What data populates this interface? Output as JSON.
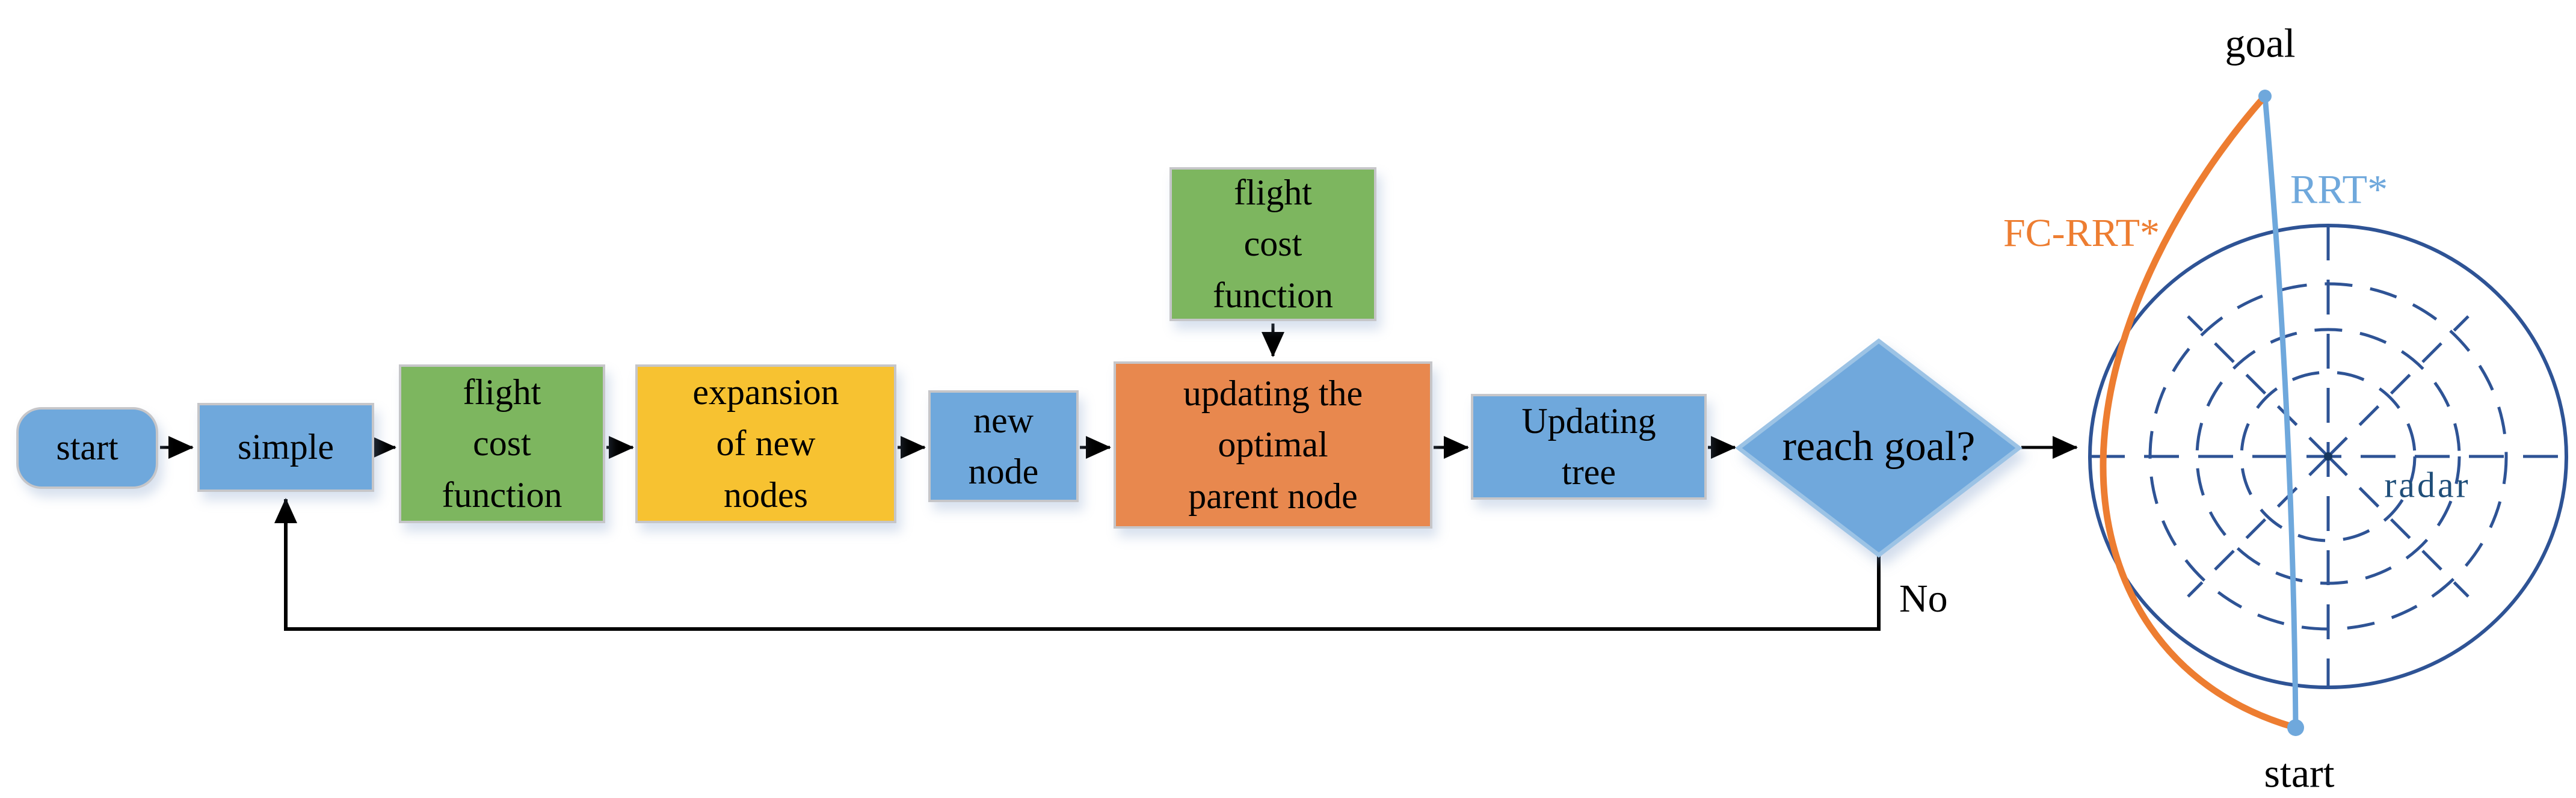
{
  "flow": {
    "nodes": {
      "start": "start",
      "simple": "simple",
      "flight_cost": "flight\ncost\nfunction",
      "expansion": "expansion\nof new\nnodes",
      "new_node": "new\nnode",
      "flight_cost_top": "flight\ncost\nfunction",
      "updating_parent": "updating the\noptimal\nparent node",
      "updating_tree": "Updating\ntree",
      "decision": "reach goal?"
    },
    "edge_labels": {
      "no": "No"
    }
  },
  "radar": {
    "goal_label": "goal",
    "start_label": "start",
    "rrt_label": "RRT*",
    "fc_rrt_label": "FC-RRT*",
    "area_label": "radar"
  },
  "colors": {
    "node_blue": "#6FA8DC",
    "node_green": "#7DB65F",
    "node_yellow": "#F7C231",
    "node_orange": "#E8884E",
    "box_border_gray": "#C6C6C9",
    "diamond_border": "#9CC3E5",
    "radar_navy": "#2E5395",
    "radar_text": "#1F4E79",
    "rrt_line_blue": "#6FA8DC",
    "fc_rrt_orange": "#ED7D31",
    "connector_black": "#000000"
  }
}
